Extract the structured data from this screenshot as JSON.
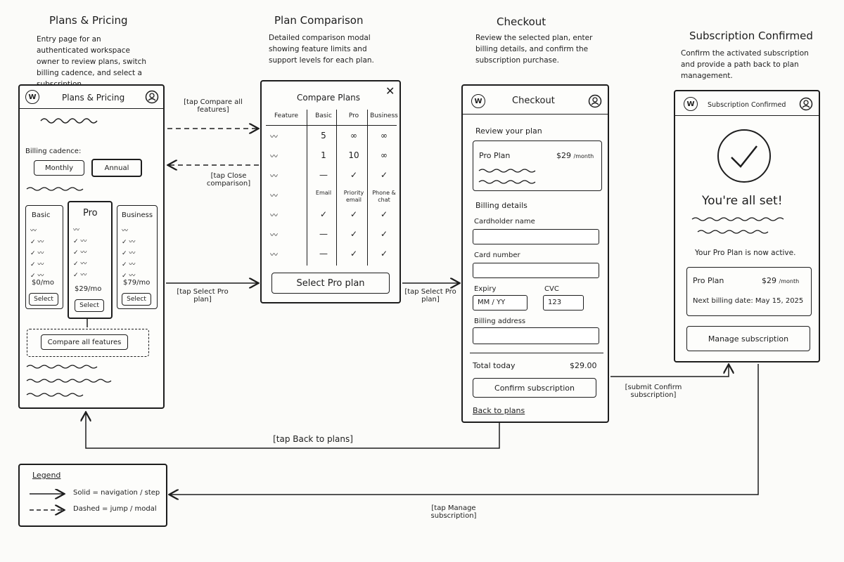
{
  "screens": {
    "plans": {
      "heading": "Plans & Pricing",
      "description": "Entry page for an authenticated workspace owner to review plans, switch billing cadence, and select a subscription.",
      "header_title": "Plans & Pricing",
      "logo_letter": "W",
      "billing_label": "Billing cadence:",
      "cadence_options": [
        "Monthly",
        "Annual"
      ],
      "selected_cadence": "Annual",
      "plans": [
        {
          "name": "Basic",
          "price": "$0/mo",
          "button": "Select"
        },
        {
          "name": "Pro",
          "price": "$29/mo",
          "button": "Select"
        },
        {
          "name": "Business",
          "price": "$79/mo",
          "button": "Select"
        }
      ],
      "compare_button": "Compare all features"
    },
    "compare": {
      "heading": "Plan Comparison",
      "description": "Detailed comparison modal showing feature limits and support levels for each plan.",
      "modal_title": "Compare Plans",
      "close_icon": "close-icon",
      "columns": [
        "Feature",
        "Basic",
        "Pro",
        "Business"
      ],
      "rows": [
        [
          "5",
          "∞",
          "∞"
        ],
        [
          "1",
          "10",
          "∞"
        ],
        [
          "—",
          "✓",
          "✓"
        ],
        [
          "Email",
          "Priority email",
          "Phone & chat"
        ],
        [
          "✓",
          "✓",
          "✓"
        ],
        [
          "—",
          "✓",
          "✓"
        ],
        [
          "—",
          "✓",
          "✓"
        ]
      ],
      "select_button": "Select Pro plan"
    },
    "checkout": {
      "heading": "Checkout",
      "description": "Review the selected plan, enter billing details, and confirm the subscription purchase.",
      "header_title": "Checkout",
      "logo_letter": "W",
      "review_label": "Review your plan",
      "plan_name": "Pro Plan",
      "plan_price": "$29",
      "plan_period": "/month",
      "billing_label": "Billing details",
      "cardholder_label": "Cardholder name",
      "card_number_label": "Card number",
      "expiry_label": "Expiry",
      "expiry_placeholder": "MM / YY",
      "cvc_label": "CVC",
      "cvc_value": "123",
      "address_label": "Billing address",
      "total_label": "Total today",
      "total_value": "$29.00",
      "confirm_button": "Confirm subscription",
      "back_link": "Back to plans"
    },
    "confirmed": {
      "heading": "Subscription Confirmed",
      "description": "Confirm the activated subscription and provide a path back to plan management.",
      "header_title": "Subscription Confirmed",
      "logo_letter": "W",
      "success_title": "You're all set!",
      "active_text": "Your Pro Plan is now active.",
      "plan_name": "Pro Plan",
      "plan_price": "$29",
      "plan_period": "/month",
      "next_billing": "Next billing date: May 15, 2025",
      "manage_button": "Manage subscription"
    }
  },
  "transitions": {
    "to_compare": "[tap Compare all features]",
    "close_compare": "[tap Close comparison]",
    "select_pro_from_plans": "[tap Select Pro plan]",
    "select_pro_from_modal": "[tap Select Pro plan]",
    "submit_confirm": "[submit Confirm subscription]",
    "back_to_plans": "[tap Back to plans]",
    "manage_subscription": "[tap Manage subscription]"
  },
  "legend": {
    "title": "Legend",
    "solid": "Solid = navigation / step",
    "dashed": "Dashed = jump / modal"
  }
}
